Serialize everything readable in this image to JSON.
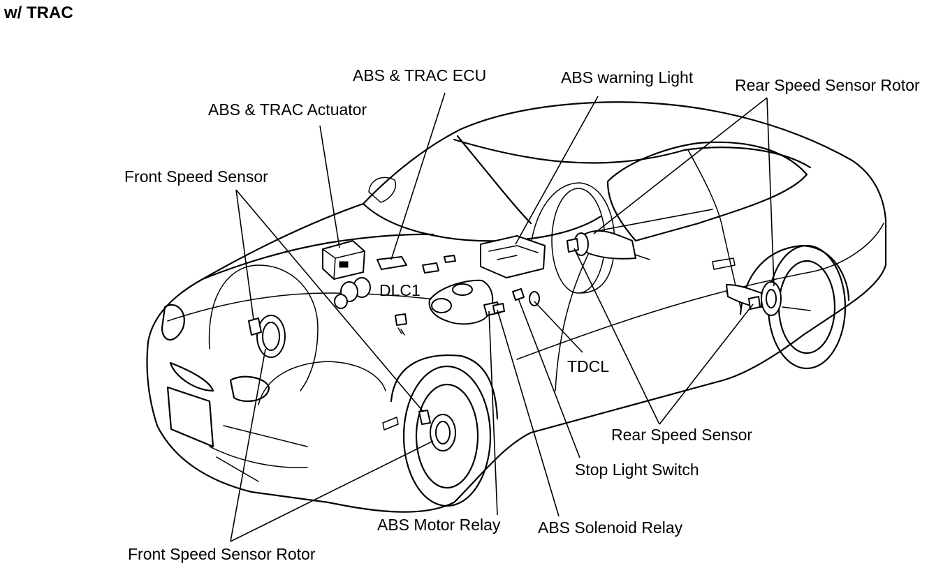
{
  "title": "w/ TRAC",
  "labels": {
    "abs_trac_ecu": "ABS & TRAC ECU",
    "abs_warning_light": "ABS warning Light",
    "rear_speed_sensor_rotor": "Rear Speed Sensor Rotor",
    "abs_trac_actuator": "ABS & TRAC Actuator",
    "front_speed_sensor": "Front Speed Sensor",
    "dlc1": "DLC1",
    "tdcl": "TDCL",
    "rear_speed_sensor": "Rear Speed Sensor",
    "stop_light_switch": "Stop Light Switch",
    "abs_motor_relay": "ABS Motor Relay",
    "abs_solenoid_relay": "ABS Solenoid Relay",
    "front_speed_sensor_rotor": "Front Speed Sensor Rotor"
  }
}
